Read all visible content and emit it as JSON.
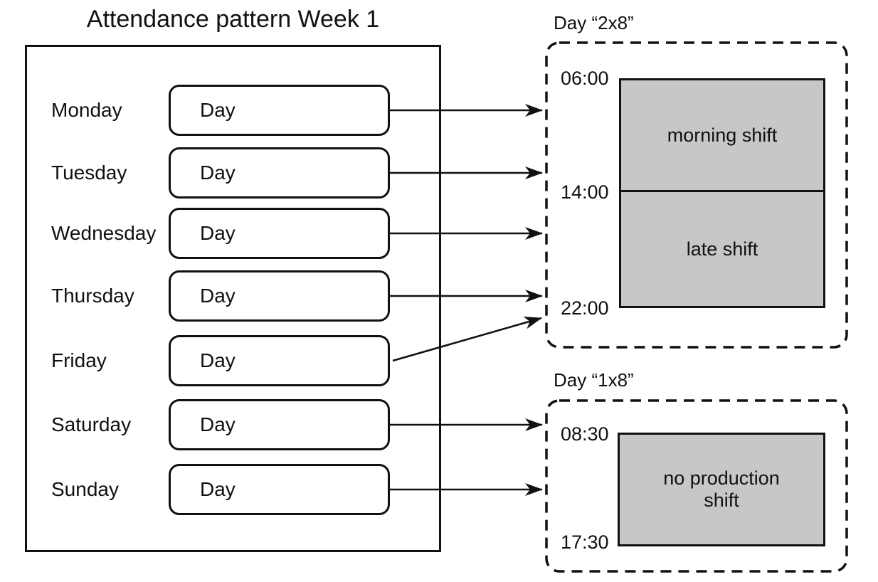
{
  "diagram": {
    "title": "Attendance pattern Week 1",
    "week": {
      "days": [
        {
          "label": "Monday",
          "box": "Day",
          "assigned_pattern": "2x8"
        },
        {
          "label": "Tuesday",
          "box": "Day",
          "assigned_pattern": "2x8"
        },
        {
          "label": "Wednesday",
          "box": "Day",
          "assigned_pattern": "2x8"
        },
        {
          "label": "Thursday",
          "box": "Day",
          "assigned_pattern": "2x8"
        },
        {
          "label": "Friday",
          "box": "Day",
          "assigned_pattern": "2x8"
        },
        {
          "label": "Saturday",
          "box": "Day",
          "assigned_pattern": "1x8"
        },
        {
          "label": "Sunday",
          "box": "Day",
          "assigned_pattern": "1x8"
        }
      ]
    },
    "patterns": {
      "p2x8": {
        "title": "Day “2x8”",
        "times": [
          "06:00",
          "14:00",
          "22:00"
        ],
        "shifts": [
          {
            "label": "morning shift",
            "start": "06:00",
            "end": "14:00"
          },
          {
            "label": "late shift",
            "start": "14:00",
            "end": "22:00"
          }
        ]
      },
      "p1x8": {
        "title": "Day “1x8”",
        "times": [
          "08:30",
          "17:30"
        ],
        "shifts": [
          {
            "label": "no production shift",
            "start": "08:30",
            "end": "17:30"
          }
        ]
      }
    },
    "colors": {
      "shift_fill": "#c7c7c7",
      "stroke": "#111111"
    }
  }
}
